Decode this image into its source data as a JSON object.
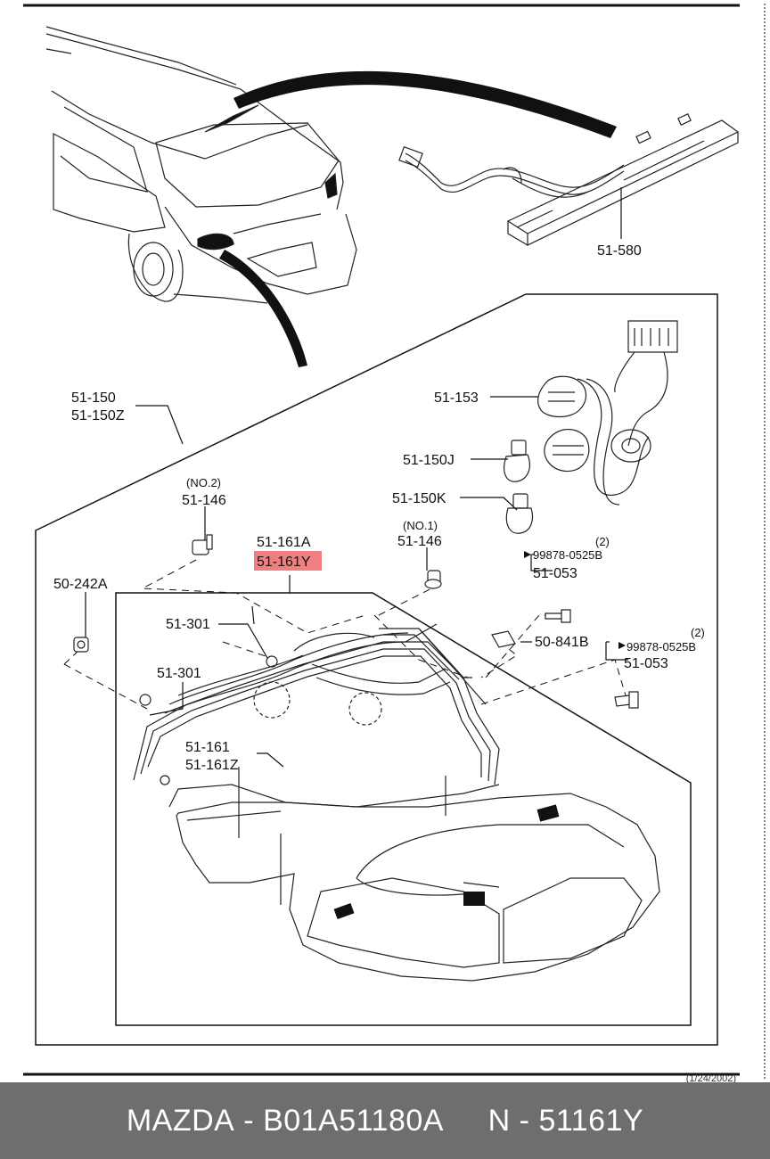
{
  "diagram": {
    "labels": {
      "third_brake_light": "51-580",
      "assembly_a": "51-150",
      "assembly_b": "51-150Z",
      "socket": "51-153",
      "bulb_j": "51-150J",
      "bulb_k": "51-150K",
      "clip2_note": "(NO.2)",
      "clip2": "51-146",
      "clip1_note": "(NO.1)",
      "clip1": "51-146",
      "body_a": "51-161A",
      "body_y": "51-161Y",
      "nut": "50-242A",
      "grommet_upper": "51-301",
      "grommet_lower": "51-301",
      "screw1_spec": "99878-0525B",
      "screw1_qty": "(2)",
      "screw1": "51-053",
      "retainer": "50-841B",
      "screw2_spec": "99878-0525B",
      "screw2_qty": "(2)",
      "screw2": "51-053",
      "lens_a": "51-161",
      "lens_b": "51-161Z"
    },
    "highlight_color": "#f08080"
  },
  "footer": {
    "brand": "MAZDA",
    "sep1": " - ",
    "part_number": "B01A51180A",
    "gap": "     ",
    "n_label": "N",
    "sep2": " - ",
    "n_value": "51161Y"
  },
  "stamp": "(1/24/2002)"
}
